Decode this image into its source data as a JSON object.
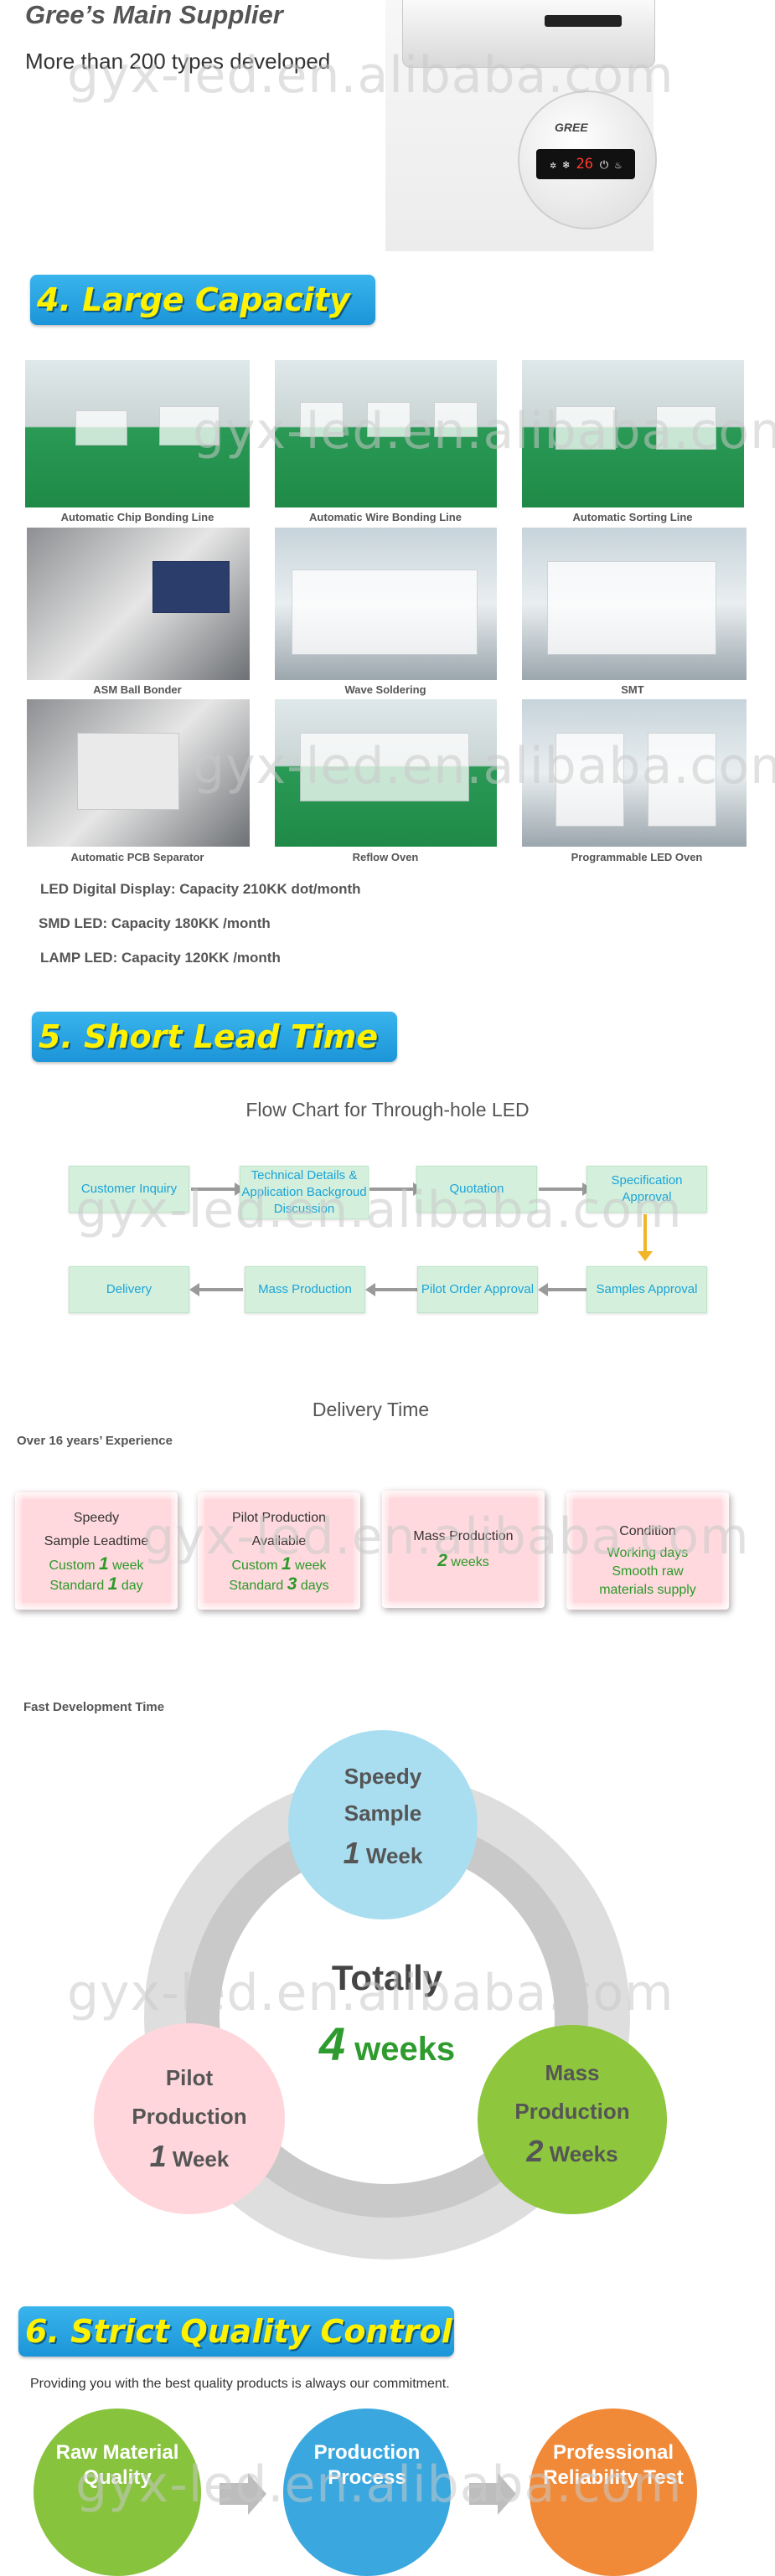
{
  "supplier": {
    "title": "Gree’s Main Supplier",
    "subtitle": "More than 200 types developed",
    "brand_logo": "GREE",
    "display_reading": "26"
  },
  "capacity": {
    "banner": "4. Large Capacity",
    "photos": [
      {
        "caption": "Automatic Chip Bonding Line"
      },
      {
        "caption": "Automatic Wire Bonding Line"
      },
      {
        "caption": "Automatic Sorting Line"
      },
      {
        "caption": "ASM Ball Bonder"
      },
      {
        "caption": "Wave Soldering"
      },
      {
        "caption": "SMT"
      },
      {
        "caption": "Automatic PCB Separator"
      },
      {
        "caption": "Reflow Oven"
      },
      {
        "caption": "Programmable LED Oven"
      }
    ],
    "specs": [
      "LED Digital Display:  Capacity 210KK dot/month",
      "SMD LED:  Capacity 180KK /month",
      "LAMP LED:  Capacity 120KK /month"
    ]
  },
  "lead_time": {
    "banner": "5. Short Lead Time",
    "flow_title": "Flow Chart for Through-hole LED",
    "flow_row1": [
      "Customer Inquiry",
      "Technical Details & Application Backgroud Discussion",
      "Quotation",
      "Specification Approval"
    ],
    "flow_row2": [
      "Delivery",
      "Mass Production",
      "Pilot Order Approval",
      "Samples Approval"
    ],
    "delivery_title": "Delivery Time",
    "experience": "Over 16 years’ Experience",
    "cards": [
      {
        "l1": "Speedy",
        "l2": "Sample Leadtime",
        "l3a": "Custom ",
        "l3n": "1",
        "l3b": " week",
        "l4a": "Standard ",
        "l4n": "1",
        "l4b": " day"
      },
      {
        "l1": "Pilot Production",
        "l2": "Available",
        "l3a": "Custom ",
        "l3n": "1",
        "l3b": " week",
        "l4a": "Standard ",
        "l4n": "3",
        "l4b": " days"
      },
      {
        "l1": "Mass Production",
        "l2n": "2",
        "l2b": " weeks"
      },
      {
        "l1": "Condition",
        "l2": "Working days",
        "l3": "Smooth raw",
        "l4": "materials supply"
      }
    ]
  },
  "fast_dev": {
    "label": "Fast Development Time",
    "center_top": "Totally",
    "center_num": "4",
    "center_unit": " weeks",
    "speedy": {
      "l1": "Speedy",
      "l2": "Sample",
      "num": "1",
      "unit": " Week"
    },
    "pilot": {
      "l1": "Pilot",
      "l2": "Production",
      "num": "1",
      "unit": " Week"
    },
    "mass": {
      "l1": "Mass",
      "l2": "Production",
      "num": "2",
      "unit": " Weeks"
    }
  },
  "quality": {
    "banner": "6. Strict Quality Control",
    "commitment": "Providing you with the best quality products is always our commitment.",
    "steps": [
      {
        "l1": "Raw Material",
        "l2": "Quality"
      },
      {
        "l1": "Production",
        "l2": "Process"
      },
      {
        "l1": "Professional",
        "l2": "Reliability Test"
      }
    ]
  },
  "watermark": "gyx-led.en.alibaba.com"
}
